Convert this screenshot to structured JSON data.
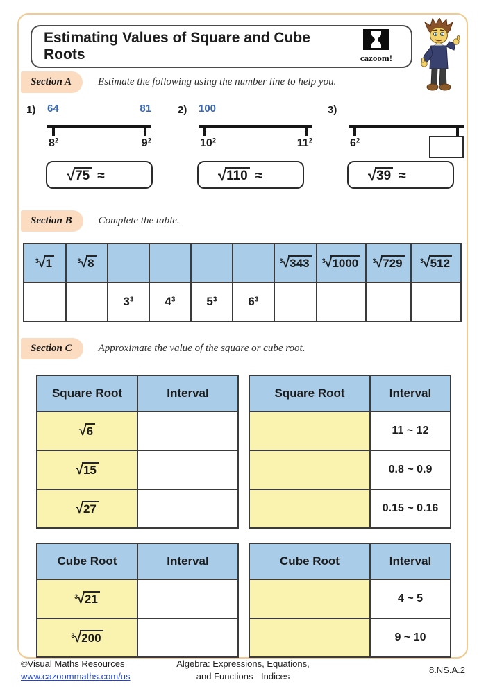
{
  "page": {
    "title": "Estimating Values of Square and Cube Roots",
    "logo_text": "cazoom!"
  },
  "colors": {
    "accent_peach": "#fbdcc1",
    "table_header_blue": "#a9cde9",
    "table_cell_yellow": "#faf3b0",
    "numberline_value_blue": "#3866b8",
    "page_border_sand": "#f2c98e",
    "link_blue": "#2244cc"
  },
  "section_a": {
    "label": "Section A",
    "instruction": "Estimate the following using the number line to help you.",
    "problems": [
      {
        "number": "1)",
        "top_left": "64",
        "top_right": "81",
        "bottom_left": {
          "pow": [
            "8",
            "2"
          ]
        },
        "bottom_right": {
          "pow": [
            "9",
            "2"
          ]
        },
        "answer": {
          "root": 2,
          "v": "75",
          "approx": true
        }
      },
      {
        "number": "2)",
        "top_left": "100",
        "top_right": "",
        "bottom_left": {
          "pow": [
            "10",
            "2"
          ]
        },
        "bottom_right": {
          "pow": [
            "11",
            "2"
          ]
        },
        "answer": {
          "root": 2,
          "v": "110",
          "approx": true
        }
      },
      {
        "number": "3)",
        "top_left": "",
        "top_right": "",
        "bottom_left": {
          "pow": [
            "6",
            "2"
          ]
        },
        "bottom_right": "blank-box",
        "answer": {
          "root": 2,
          "v": "39",
          "approx": true
        }
      }
    ]
  },
  "section_b": {
    "label": "Section B",
    "instruction": "Complete the table.",
    "row1": [
      {
        "root": 3,
        "v": "1"
      },
      {
        "root": 3,
        "v": "8"
      },
      "",
      "",
      "",
      "",
      {
        "root": 3,
        "v": "343"
      },
      {
        "root": 3,
        "v": "1000"
      },
      {
        "root": 3,
        "v": "729"
      },
      {
        "root": 3,
        "v": "512"
      }
    ],
    "row2": [
      "",
      "",
      {
        "pow": [
          "3",
          "3"
        ]
      },
      {
        "pow": [
          "4",
          "3"
        ]
      },
      {
        "pow": [
          "5",
          "3"
        ]
      },
      {
        "pow": [
          "6",
          "3"
        ]
      },
      "",
      "",
      "",
      ""
    ]
  },
  "section_c": {
    "label": "Section C",
    "instruction": "Approximate the value of the square or cube root.",
    "tables": [
      {
        "headers": [
          "Square Root",
          "Interval"
        ],
        "rows": [
          [
            {
              "root": 2,
              "v": "6"
            },
            ""
          ],
          [
            {
              "root": 2,
              "v": "15"
            },
            ""
          ],
          [
            {
              "root": 2,
              "v": "27"
            },
            ""
          ]
        ]
      },
      {
        "headers": [
          "Square Root",
          "Interval"
        ],
        "rows": [
          [
            "",
            "11 ~ 12"
          ],
          [
            "",
            "0.8 ~ 0.9"
          ],
          [
            "",
            "0.15 ~ 0.16"
          ]
        ]
      },
      {
        "headers": [
          "Cube Root",
          "Interval"
        ],
        "rows": [
          [
            {
              "root": 3,
              "v": "21"
            },
            ""
          ],
          [
            {
              "root": 3,
              "v": "200"
            },
            ""
          ]
        ]
      },
      {
        "headers": [
          "Cube Root",
          "Interval"
        ],
        "rows": [
          [
            "",
            "4 ~ 5"
          ],
          [
            "",
            "9 ~ 10"
          ]
        ]
      }
    ]
  },
  "footer": {
    "copyright": "©Visual Maths Resources",
    "url": "www.cazoommaths.com/us",
    "topic_line1": "Algebra: Expressions, Equations,",
    "topic_line2": "and Functions - Indices",
    "standard": "8.NS.A.2"
  }
}
